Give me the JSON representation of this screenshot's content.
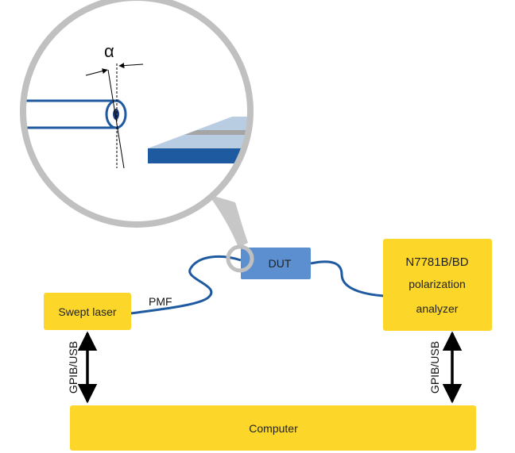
{
  "diagram": {
    "boxes": {
      "swept_laser": "Swept laser",
      "dut": "DUT",
      "analyzer_line1": "N7781B/BD",
      "analyzer_line2": "polarization",
      "analyzer_line3": "analyzer",
      "computer": "Computer"
    },
    "labels": {
      "fiber": "PMF",
      "link_left": "GPIB/USB",
      "link_right": "GPIB/USB",
      "angle_symbol": "α"
    },
    "colors": {
      "yellow_box": "#fcd72a",
      "dut_blue": "#5b8fd0",
      "fiber_blue": "#1f5aa0",
      "magnifier_ring": "#c0c0c0",
      "chip_top": "#b9cde2",
      "chip_stripe": "#a5a5a5",
      "chip_side": "#1d5aa0"
    }
  }
}
